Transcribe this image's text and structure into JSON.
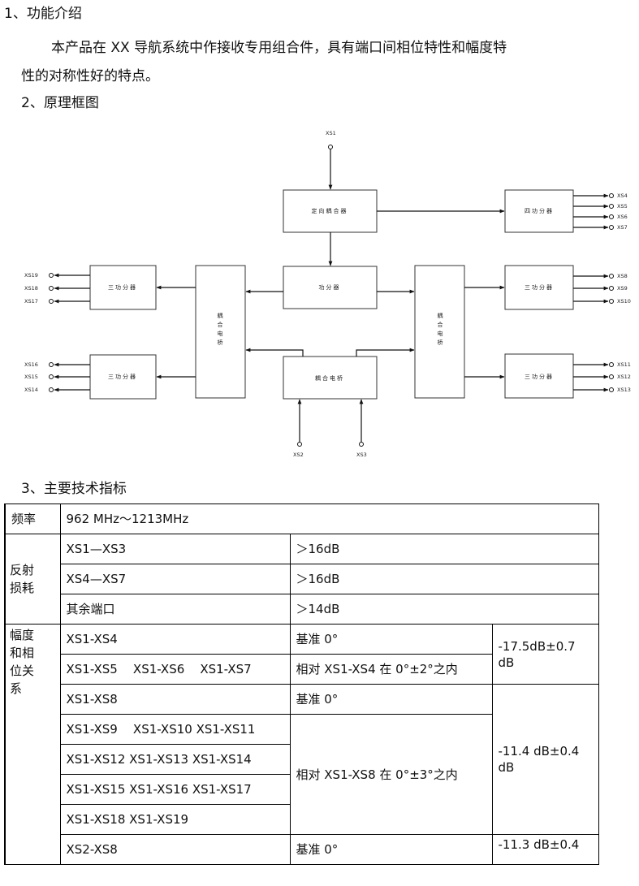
{
  "section1": {
    "title": "1、功能介绍",
    "para_line1": "本产品在 XX 导航系统中作接收专用组合件，具有端口间相位特性和幅度特",
    "para_line2": "性的对称性好的特点。"
  },
  "section2": {
    "title": "2、原理框图"
  },
  "diagram": {
    "ports": {
      "xs1": "XS1",
      "xs2": "XS2",
      "xs3": "XS3",
      "xs4": "XS4",
      "xs5": "XS5",
      "xs6": "XS6",
      "xs7": "XS7",
      "xs8": "XS8",
      "xs9": "XS9",
      "xs10": "XS10",
      "xs11": "XS11",
      "xs12": "XS12",
      "xs13": "XS13",
      "xs14": "XS14",
      "xs15": "XS15",
      "xs16": "XS16",
      "xs17": "XS17",
      "xs18": "XS18",
      "xs19": "XS19"
    },
    "blocks": {
      "directional_coupler": "定向耦合器",
      "four_way_divider": "四功分器",
      "power_divider": "功分器",
      "three_way_divider": "三功分器",
      "coupled_bridge": "耦合电桥",
      "coupled_bridge_v1": "耦",
      "coupled_bridge_v2": "合",
      "coupled_bridge_v3": "电",
      "coupled_bridge_v4": "桥"
    }
  },
  "section3": {
    "title": "3、主要技术指标"
  },
  "spec": {
    "freq_label": "频率",
    "freq_value": "962 MHz～1213MHz",
    "rl_label": "反射损耗",
    "rl_rows": [
      {
        "port": "XS1—XS3",
        "value": "＞16dB"
      },
      {
        "port": "XS4—XS7",
        "value": "＞16dB"
      },
      {
        "port": "其余端口",
        "value": "＞14dB"
      }
    ],
    "ap_label": "幅度和相位关系",
    "ap_rows": [
      {
        "ports": "XS1-XS4",
        "phase": "基准  0°"
      },
      {
        "ports": "XS1-XS5    XS1-XS6    XS1-XS7",
        "phase": "相对 XS1-XS4 在 0°±2°之内"
      },
      {
        "ports": "XS1-XS8",
        "phase": "基准  0°"
      },
      {
        "ports": "XS1-XS9    XS1-XS10 XS1-XS11",
        "phase": ""
      },
      {
        "ports": "XS1-XS12 XS1-XS13 XS1-XS14",
        "phase": "相对 XS1-XS8 在 0°±3°之内"
      },
      {
        "ports": "XS1-XS15 XS1-XS16 XS1-XS17",
        "phase": ""
      },
      {
        "ports": "XS1-XS18 XS1-XS19",
        "phase": ""
      },
      {
        "ports": "XS2-XS8",
        "phase": "基准  0°"
      }
    ],
    "amp1": "-17.5dB±0.7 dB",
    "amp2": "-11.4 dB±0.4 dB",
    "amp3": "-11.3 dB±0.4"
  }
}
